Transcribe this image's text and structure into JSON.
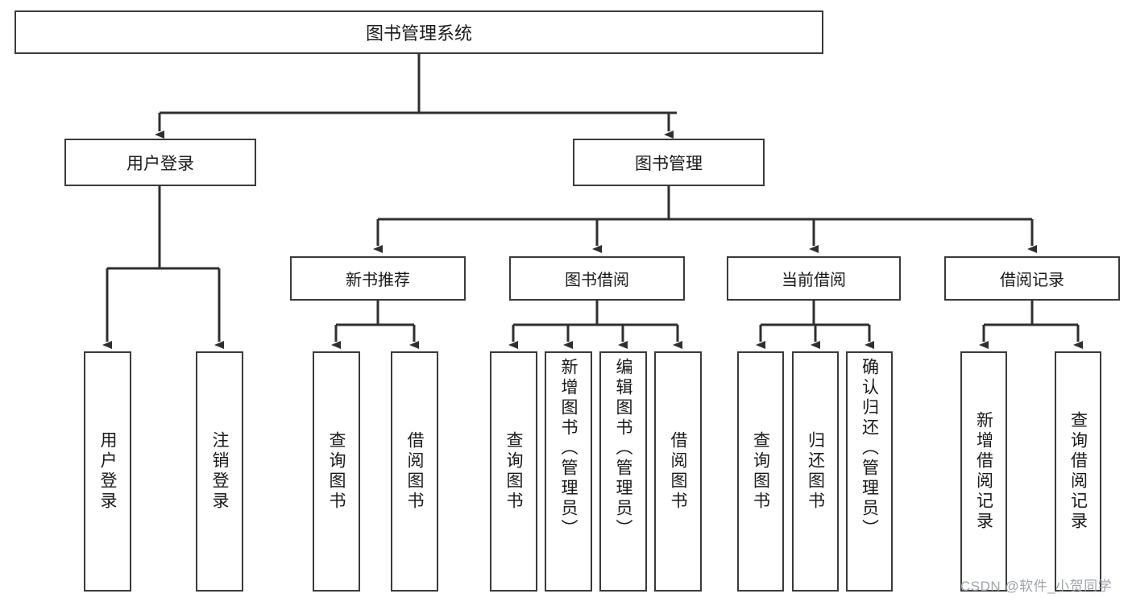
{
  "diagram": {
    "title": "图书管理系统",
    "watermark": "CSDN @软件_小贺同学",
    "line_color": "#3a3a3a",
    "text_color": "#1a1a1a",
    "watermark_color": "#9fa4ab",
    "background": "#ffffff"
  },
  "nodes": {
    "root": {
      "label": "图书管理系统"
    },
    "level1": [
      {
        "label": "用户登录"
      },
      {
        "label": "图书管理"
      }
    ],
    "level2": [
      {
        "label": "新书推荐"
      },
      {
        "label": "图书借阅"
      },
      {
        "label": "当前借阅"
      },
      {
        "label": "借阅记录"
      }
    ],
    "leaves": {
      "user_login": [
        {
          "label": "用户登录"
        },
        {
          "label": "注销登录"
        }
      ],
      "new_book_recommend": [
        {
          "label": "查询图书"
        },
        {
          "label": "借阅图书"
        }
      ],
      "book_borrow": [
        {
          "label": "查询图书"
        },
        {
          "label": "新增图书（管理员）"
        },
        {
          "label": "编辑图书（管理员）"
        },
        {
          "label": "借阅图书"
        }
      ],
      "current_borrow": [
        {
          "label": "查询图书"
        },
        {
          "label": "归还图书"
        },
        {
          "label": "确认归还（管理员）"
        }
      ],
      "borrow_record": [
        {
          "label": "新增借阅记录"
        },
        {
          "label": "查询借阅记录"
        }
      ]
    }
  }
}
